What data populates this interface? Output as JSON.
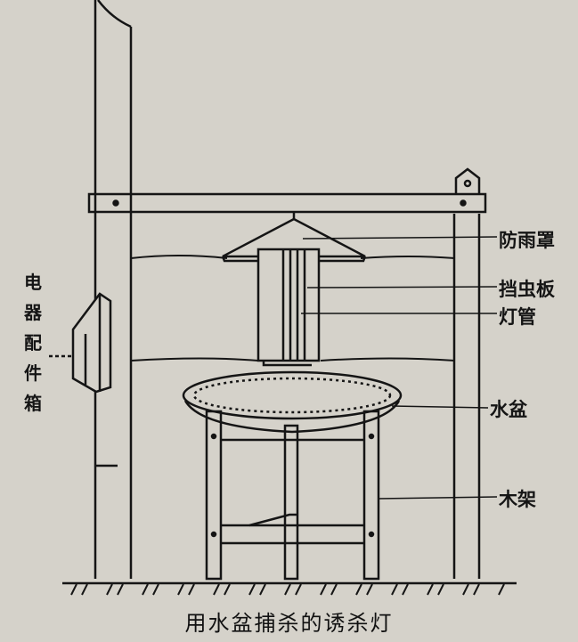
{
  "labels": {
    "rain_cover": "防雨罩",
    "insect_baffle": "挡虫板",
    "lamp_tube": "灯管",
    "water_basin": "水盆",
    "wooden_stand": "木架",
    "electrical_box": "电器配件箱"
  },
  "caption": "用水盆捕杀的诱杀灯",
  "colors": {
    "background": "#d5d2ca",
    "ink": "#151515"
  }
}
